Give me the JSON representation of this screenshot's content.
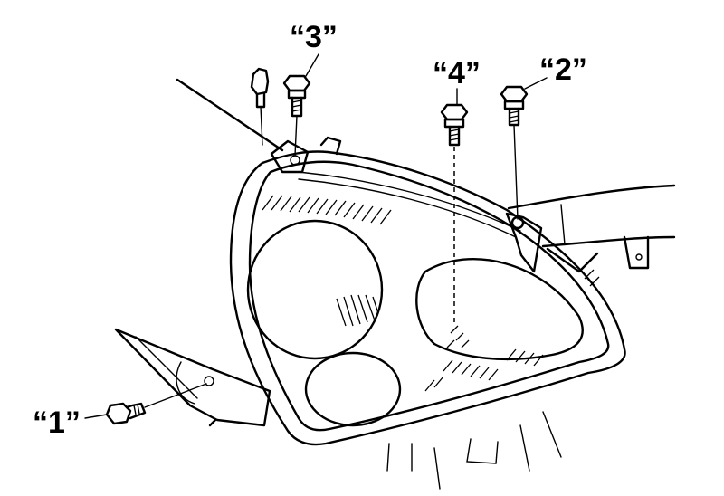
{
  "diagram": {
    "callouts": {
      "c1": "“1”",
      "c2": "“2”",
      "c3": "“3”",
      "c4": "“4”"
    }
  }
}
